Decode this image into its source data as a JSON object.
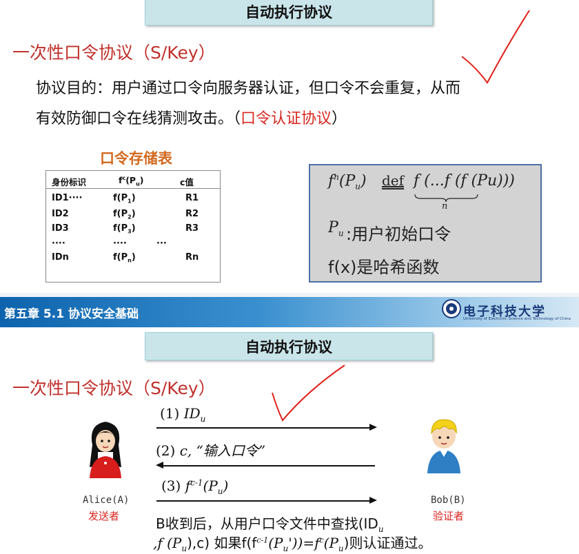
{
  "slide1": {
    "title": "自动执行协议",
    "heading": "一次性口令协议（S/Key）",
    "purpose_line1": "协议目的：用户通过口令向服务器认证，但口令不会重复，从而",
    "purpose_line2_a": "有效防御口令在线猜测攻击。（",
    "purpose_line2_red": "口令认证协议",
    "purpose_line2_b": "）",
    "table_title": "口令存储表",
    "table": {
      "headers": [
        "身份标识",
        "f",
        "c",
        "(P",
        "u",
        ")",
        "c值"
      ],
      "rows": [
        [
          "ID1····",
          "f(P",
          "1",
          ")",
          "R1"
        ],
        [
          "ID2",
          "f(P",
          "2",
          ")",
          "R2"
        ],
        [
          "ID3",
          "f(P",
          "3",
          ")",
          "R3"
        ],
        [
          "····",
          "····",
          "",
          "",
          ""
        ],
        [
          "IDn",
          "f(P",
          "n",
          ")",
          "Rn"
        ]
      ],
      "extra_dots": "···"
    },
    "formula": {
      "lhs_f": "f",
      "lhs_sup": "n",
      "lhs_arg": "(P",
      "lhs_sub": "u",
      "lhs_close": ")",
      "def": "def",
      "rhs": "f (...f (f (Pu)))",
      "brace_label": "n",
      "pu_p": "P",
      "pu_sub": "u",
      "pu_desc": ":用户初始口令",
      "hash_desc": "f(x)是哈希函数"
    }
  },
  "banner": {
    "chapter": "第五章 5.1 协议安全基础",
    "univ_cn": "电子科技大学",
    "univ_en": "University of Electronic Science and Technology of China"
  },
  "slide2": {
    "title": "自动执行协议",
    "heading": "一次性口令协议（S/Key）",
    "step1_num": "(1)",
    "step1_id": "ID",
    "step1_sub": "u",
    "step2_num": "(2)",
    "step2_c": "c,",
    "step2_text": "“输入口令”",
    "step3_num": "(3)",
    "step3_f": "f",
    "step3_sup": "c-1",
    "step3_arg": "(P",
    "step3_sub": "u",
    "step3_close": ")",
    "alice_label": "Alice(A)",
    "alice_role": "发送者",
    "bob_label": "Bob(B)",
    "bob_role": "验证者",
    "check_line1": "B收到后，从用户口令文件中查找(ID",
    "check_line1_sub": "u",
    "check_line2": ",f (P",
    "check_line2_sub": "u",
    "check_line2_b": "),c) 如果f(f",
    "check_sup1": "c-1",
    "check_line2_c": "(P",
    "check_sub2": "u",
    "check_line2_d": "'))=f",
    "check_sup2": "c",
    "check_line2_e": "(P",
    "check_sub3": "u",
    "check_line2_f": ")则认证通过。"
  },
  "colors": {
    "accent_red": "#c0302b",
    "title_bg": "#c9e5ea",
    "banner_blue": "#0d63ad",
    "check_red": "#e0201a"
  }
}
